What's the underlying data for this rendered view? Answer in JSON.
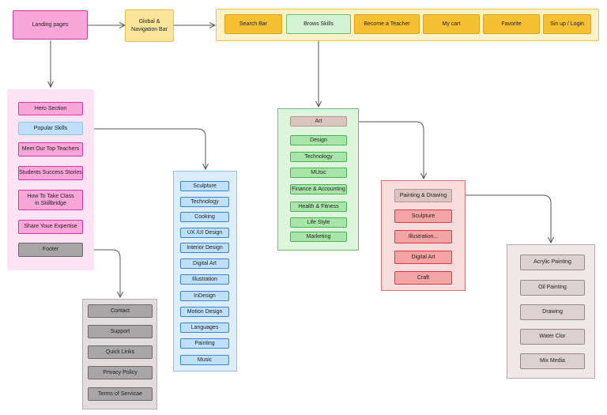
{
  "colors": {
    "pink_fill": "#f9a6d8",
    "pink_border": "#d03aa6",
    "pink_panel": "#fde3f3",
    "yellow_fill": "#f6c033",
    "yellow_border": "#d8a614",
    "yellow_panel": "#fdf1c8",
    "light_yellow_fill": "#fbe59b",
    "blue_fill": "#bfe0fb",
    "blue_border": "#3a84d8",
    "blue_panel": "#dceefc",
    "green_fill": "#a8e5a8",
    "green_border": "#49b34f",
    "green_panel": "#ddf4dd",
    "red_fill": "#f3a4a4",
    "red_border": "#d9393f",
    "red_panel": "#fbdcdc",
    "gray_fill": "#a8a6a6",
    "gray_border": "#6b6969",
    "gray_panel": "#e2dcdc",
    "beige_fill": "#dcd0d0",
    "beige_border": "#9a8888",
    "beige_panel": "#efe8e8",
    "connector": "#555555"
  },
  "landing": {
    "label": "Landing pages"
  },
  "global_nav": {
    "label": "Global &\nNavigation Bar"
  },
  "nav_bar": {
    "items": [
      "Search Bar",
      "Brows Skills",
      "Become a Teacher",
      "My cart",
      "Favorite",
      "Sin up / Login"
    ]
  },
  "landing_sections": {
    "items": [
      "Hero Section",
      "Popular Skills",
      "Meet Our Top Teachers",
      "Students Success Stories",
      "How To Take Class\nin Skillbridge",
      "Share Youe Expertise",
      "Footer"
    ]
  },
  "footer_links": {
    "items": [
      "Contact",
      "Support",
      "Quick Links",
      "Privacy Policy",
      "Terms of Servicae"
    ]
  },
  "popular_skills": {
    "items": [
      "Sculpture",
      "Technology",
      "Cooking",
      "UX /UI Design",
      "Interior Design",
      "Digital Art",
      "Illustration",
      "InDesign",
      "Motion Design",
      "Languages",
      "Painting",
      "Music"
    ]
  },
  "skill_categories": {
    "items": [
      "Art",
      "Design",
      "Technology",
      "MUsic",
      "Finance & Accounting",
      "Health & Fitness",
      "Life Style",
      "Marketing"
    ]
  },
  "art_subcategories": {
    "items": [
      "Painting & Drawing",
      "Sculpture",
      "Illustration...",
      "Digital Art",
      "Craft"
    ]
  },
  "painting_subcategories": {
    "items": [
      "Acrylic Painting",
      "Oil Painting",
      "Drawing",
      "Water Clor",
      "Mix Media"
    ]
  }
}
